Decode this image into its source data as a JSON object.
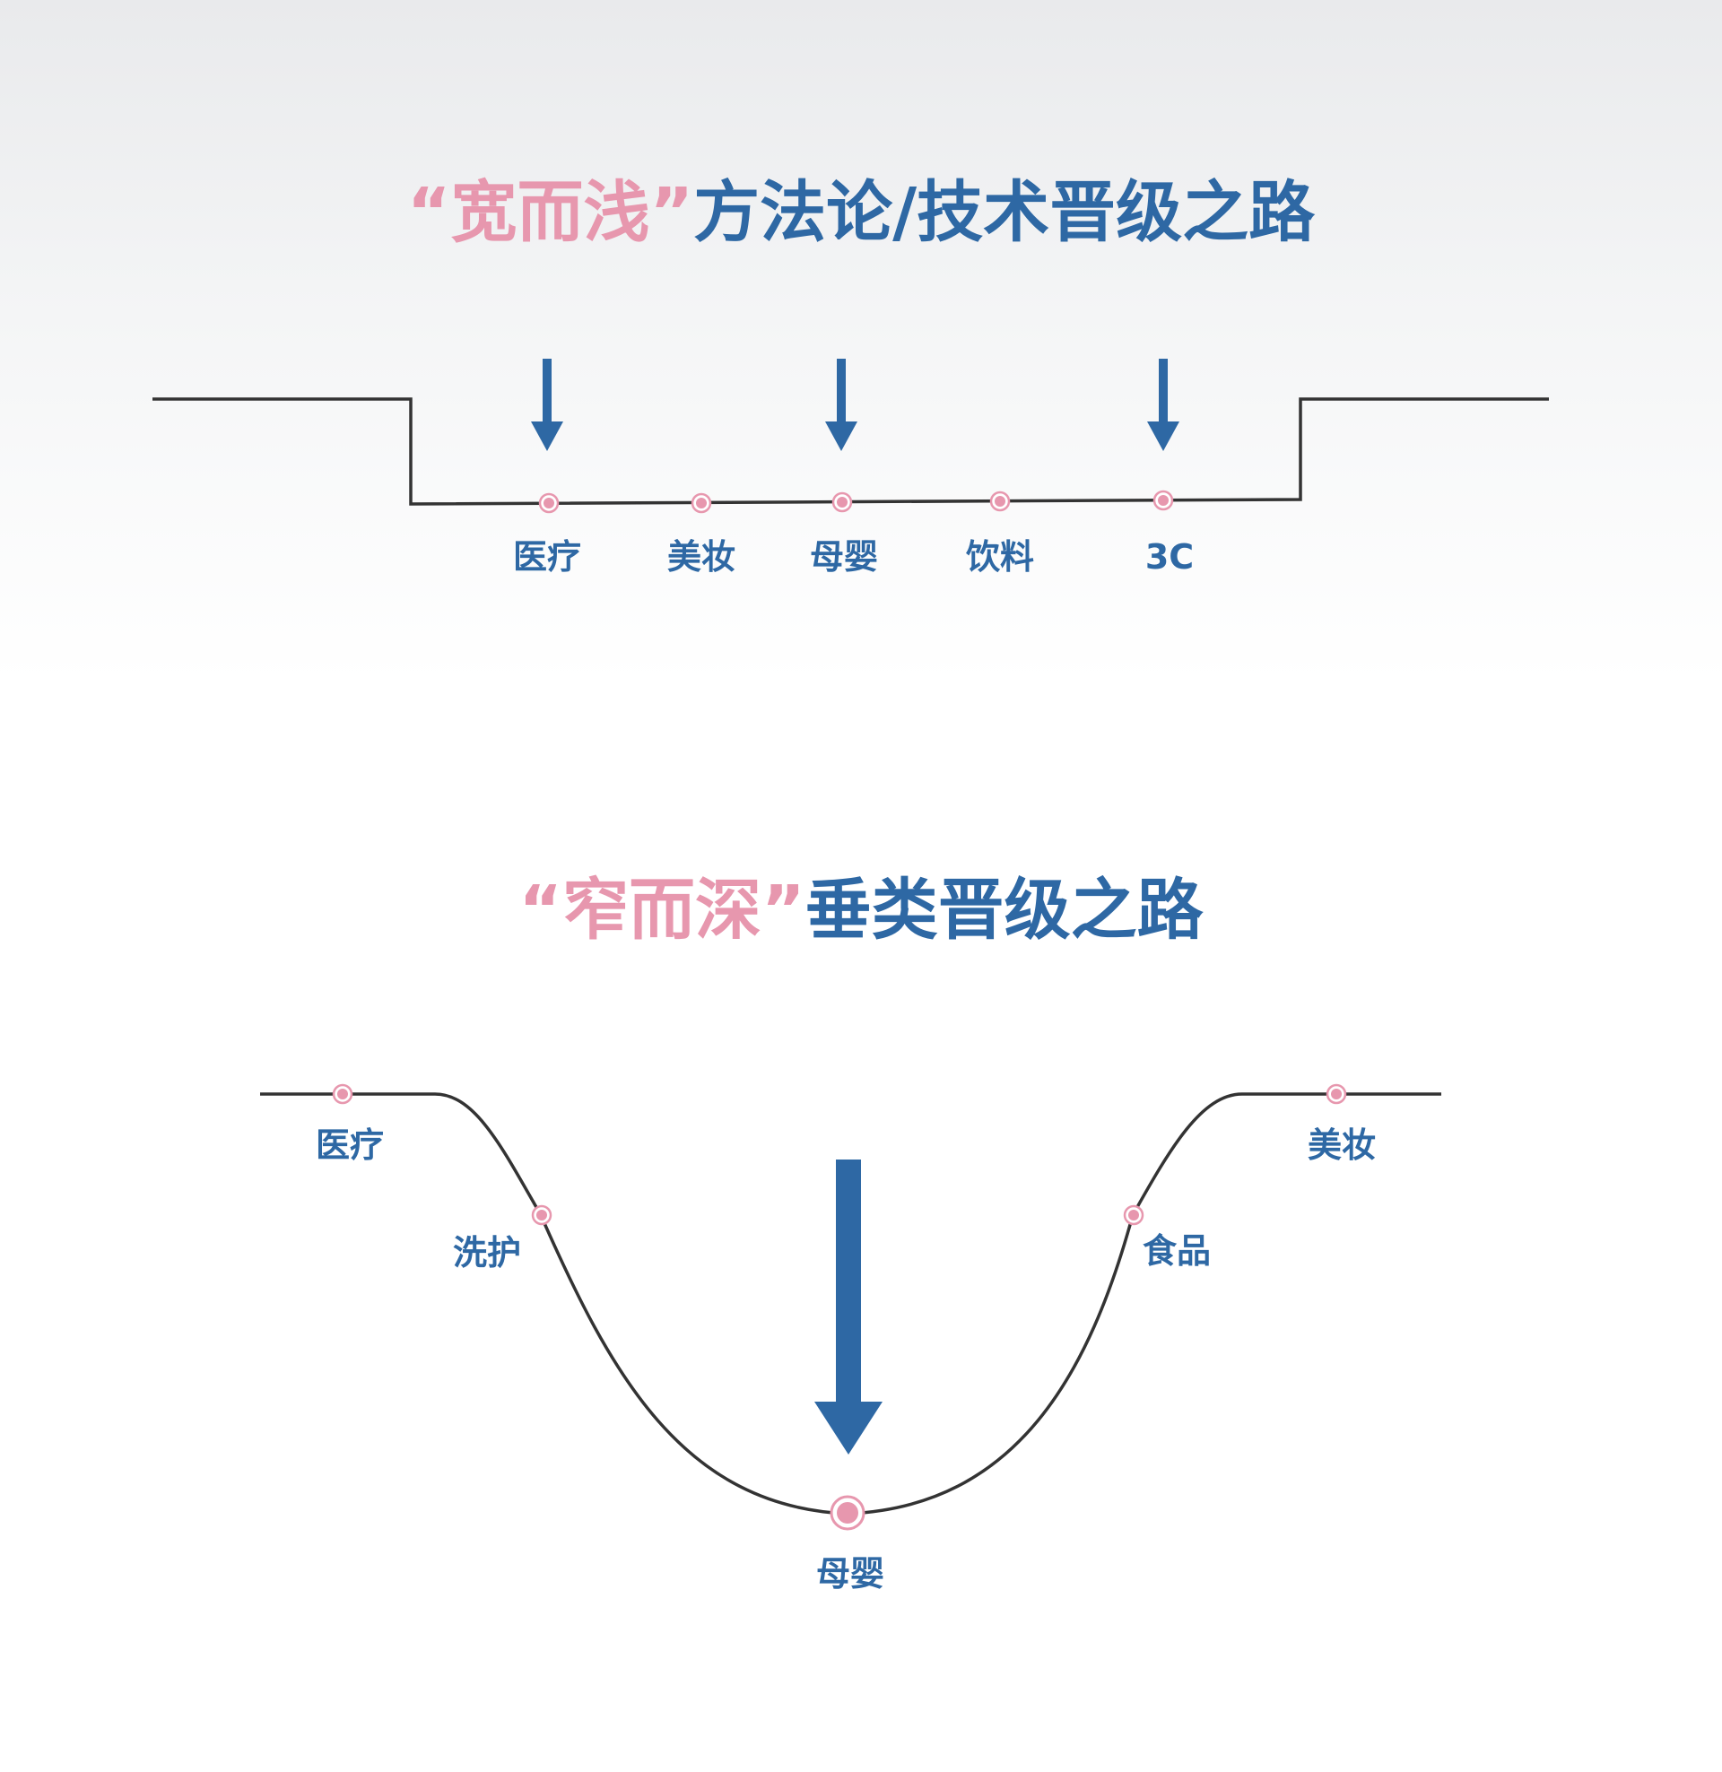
{
  "section1": {
    "title_highlight": "“宽而浅”",
    "title_rest": "方法论/技术晋级之路",
    "labels": [
      "医疗",
      "美妆",
      "母婴",
      "饮料",
      "3C"
    ]
  },
  "section2": {
    "title_highlight": "“窄而深”",
    "title_rest": "垂类晋级之路",
    "labels": [
      "医疗",
      "洗护",
      "母婴",
      "食品",
      "美妆"
    ]
  },
  "colors": {
    "pink": "#e797ae",
    "blue": "#2e68a4",
    "line": "#333333"
  }
}
